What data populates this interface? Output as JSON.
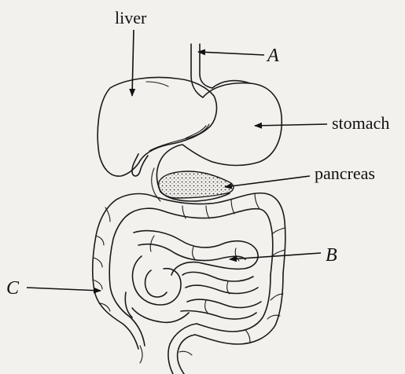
{
  "diagram": {
    "labels": {
      "liver": "liver",
      "a": "A",
      "stomach": "stomach",
      "pancreas": "pancreas",
      "b": "B",
      "c": "C"
    }
  },
  "colors": {
    "paper": "#f2f1ed",
    "ink": "#1a1a1a"
  }
}
